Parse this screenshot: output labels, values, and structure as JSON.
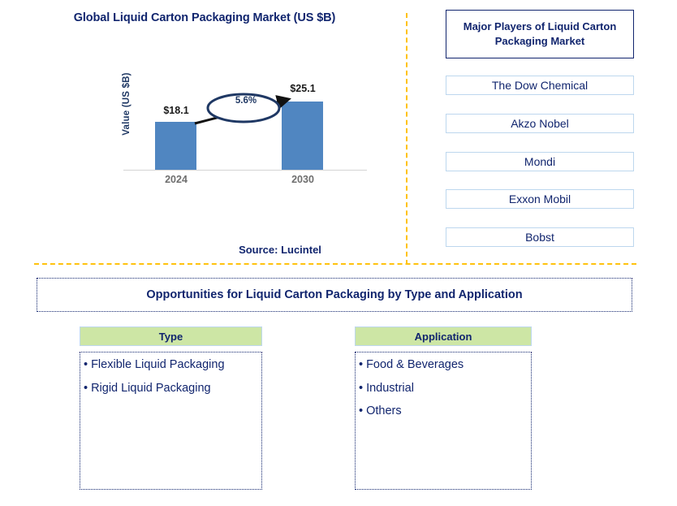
{
  "chart_panel": {
    "title": "Global Liquid Carton Packaging Market (US $B)",
    "source": "Source: Lucintel"
  },
  "chart_data": {
    "type": "bar",
    "title": "Global Liquid Carton Packaging Market (US $B)",
    "xlabel": "",
    "ylabel": "Value (US $B)",
    "categories": [
      "2024",
      "2030"
    ],
    "values": [
      18.1,
      25.1
    ],
    "value_labels": [
      "$18.1",
      "$25.1"
    ],
    "ylim": [
      0,
      27
    ],
    "grid": false,
    "legend": "none",
    "bar_color": "#5086C1",
    "annotation": {
      "label": "5.6%",
      "kind": "cagr-callout",
      "from_category": "2024",
      "to_category": "2030"
    }
  },
  "players_panel": {
    "header": "Major Players of Liquid Carton Packaging Market",
    "items": [
      {
        "label": "The Dow Chemical"
      },
      {
        "label": "Akzo Nobel"
      },
      {
        "label": "Mondi"
      },
      {
        "label": "Exxon Mobil"
      },
      {
        "label": "Bobst"
      }
    ]
  },
  "opportunities": {
    "banner": "Opportunities for Liquid Carton Packaging by Type and Application",
    "columns": [
      {
        "header": "Type",
        "items": [
          "Flexible Liquid Packaging",
          "Rigid Liquid Packaging"
        ]
      },
      {
        "header": "Application",
        "items": [
          "Food & Beverages",
          "Industrial",
          "Others"
        ]
      }
    ]
  },
  "bullet_glyph": "•",
  "colors": {
    "navy": "#11256E",
    "bar_blue": "#5086C1",
    "divider_orange": "#FFC20E",
    "header_green": "#CDE6A5",
    "box_border_blue": "#BDD7EE",
    "category_gray": "#6E6E6E"
  }
}
